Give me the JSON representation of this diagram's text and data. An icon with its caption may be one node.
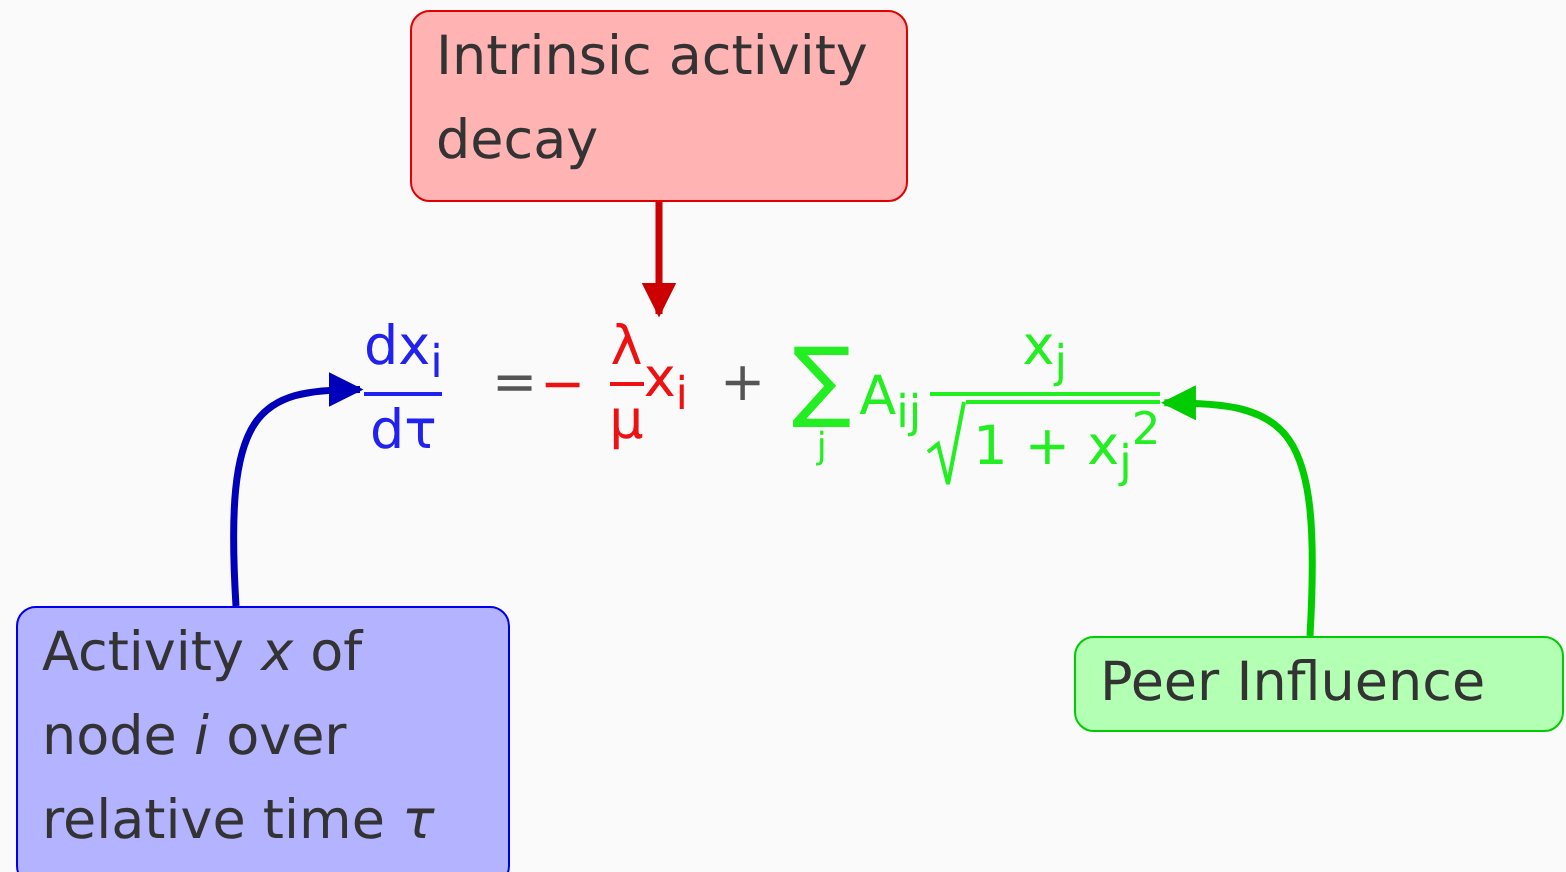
{
  "diagram": {
    "nodes": [
      {
        "text": [
          "Intrinsic activity decay"
        ]
      },
      {
        "text": [
          "dx$_{i}$",
          "dτ"
        ]
      },
      {
        "text": [
          "−",
          "λ",
          "μ",
          "x$_{i}$"
        ]
      },
      {
        "text": [
          "∑",
          "j",
          "A$_{ij}$",
          "x$_{j}$",
          "1 + x$_{j}$$^{2}$"
        ]
      },
      {
        "text": [
          "Activity *x* of node *i* over relative time *τ*"
        ]
      },
      {
        "text": [
          "Peer Influence"
        ]
      }
    ],
    "edges": [
      {
        "from": 0,
        "to": 2,
        "arrow": "to",
        "color": "#cc0000"
      },
      {
        "from": 4,
        "to": 1,
        "arrow": "to",
        "color": "#0000bb"
      },
      {
        "from": 5,
        "to": 3,
        "arrow": "to",
        "color": "#00cc00"
      }
    ],
    "labels": [
      "=",
      "+"
    ]
  }
}
